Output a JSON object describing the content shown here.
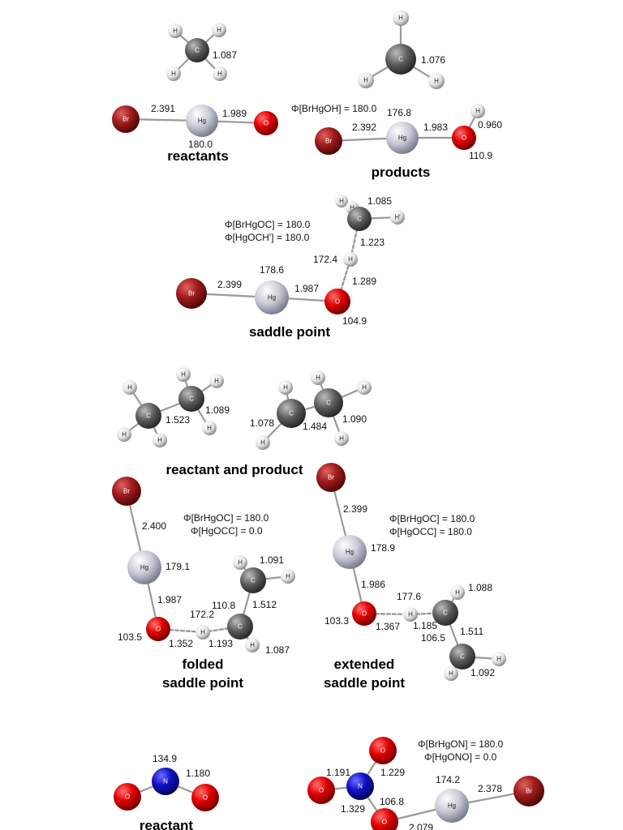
{
  "colors": {
    "C": "#5b5b5b",
    "H": "#e9e9e9",
    "Hg": "#c8cad6",
    "Br": "#a01c1c",
    "O": "#e00000",
    "N": "#1010c8"
  },
  "panels": {
    "reactants": {
      "caption": "reactants",
      "ch4_cH": "1.087",
      "brHg": "2.391",
      "hgO": "1.989",
      "angle": "180.0"
    },
    "products": {
      "caption": "products",
      "ch3_cH": "1.076",
      "dihedral": "Φ[BrHgOH] = 180.0",
      "brHg": "2.392",
      "hgO": "1.983",
      "angleHg": "176.8",
      "oH": "0.960",
      "angleO": "110.9"
    },
    "saddle1": {
      "caption": "saddle point",
      "dihedral1": "Φ[BrHgOC] = 180.0",
      "dihedral2": "Φ[HgOCH'] = 180.0",
      "cH": "1.085",
      "cHtrans": "1.223",
      "angleH": "172.4",
      "hO": "1.289",
      "brHg": "2.399",
      "angleHg": "178.6",
      "hgO": "1.987",
      "angleO": "104.9"
    },
    "ethane": {
      "caption": "reactant and product",
      "cc_reac": "1.523",
      "ch_reac": "1.089",
      "ch_prod_left": "1.078",
      "cc_prod": "1.484",
      "ch_prod_right": "1.090"
    },
    "folded": {
      "caption1": "folded",
      "caption2": "saddle point",
      "dihedral1": "Φ[BrHgOC] = 180.0",
      "dihedral2": "Φ[HgOCC] = 0.0",
      "brHg": "2.400",
      "angleHg": "179.1",
      "hgO": "1.987",
      "ch_top": "1.091",
      "angle_hc": "110.8",
      "cc": "1.512",
      "angleH": "172.2",
      "angleO": "103.5",
      "oH": "1.352",
      "hC": "1.193",
      "ch_bottom": "1.087"
    },
    "extended": {
      "caption1": "extended",
      "caption2": "saddle point",
      "dihedral1": "Φ[BrHgOC] = 180.0",
      "dihedral2": "Φ[HgOCC] = 180.0",
      "brHg": "2.399",
      "angleHg": "178.9",
      "hgO": "1.986",
      "angleH": "177.6",
      "ch_top": "1.088",
      "angleO": "103.3",
      "oH": "1.367",
      "hC": "1.185",
      "cc": "1.511",
      "angleC": "106.5",
      "ch_bottom": "1.092"
    },
    "no2": {
      "caption": "reactant",
      "angle": "134.9",
      "no": "1.180"
    },
    "hgono": {
      "dihedral1": "Φ[BrHgON] = 180.0",
      "dihedral2": "Φ[HgONO] = 0.0",
      "no_left": "1.191",
      "no_top": "1.229",
      "angleHg": "174.2",
      "hgBr": "2.378",
      "no_bottom": "1.329",
      "angleO": "106.8",
      "hgO": "2.079"
    }
  }
}
